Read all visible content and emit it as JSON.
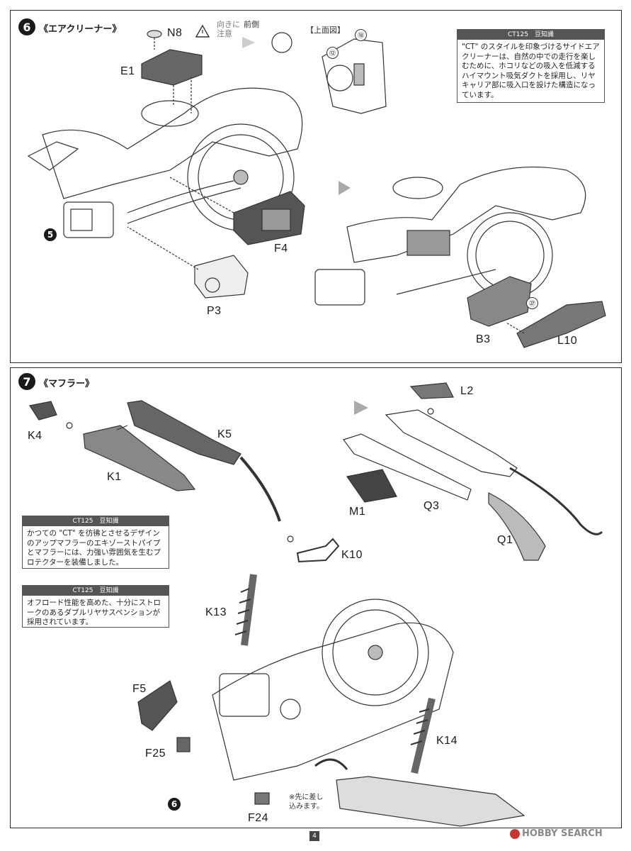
{
  "step6": {
    "number": "6",
    "title": "《エアクリーナー》",
    "parts": [
      "N8",
      "E1",
      "F4",
      "P3",
      "B3",
      "L10"
    ],
    "prior_step": "5",
    "note_label": "向きに\n注意",
    "front_label": "前側",
    "top_view_label": "【上面図】",
    "top_view_nums": [
      "⑫",
      "⑱"
    ],
    "callout_num": "㉗",
    "trivia": {
      "title": "CT125　豆知識",
      "text": "\"CT\" のスタイルを印象づけるサイドエアクリーナーは、自然の中での走行を楽しむために、ホコリなどの吸入を低減するハイマウント吸気ダクトを採用し、リヤキャリア部に吸入口を設けた構造になっています。"
    }
  },
  "step7": {
    "number": "7",
    "title": "《マフラー》",
    "parts": [
      "K4",
      "K5",
      "K1",
      "K10",
      "L2",
      "M1",
      "Q3",
      "Q1",
      "K13",
      "F5",
      "F25",
      "F24",
      "K14"
    ],
    "prior_step": "6",
    "trivia1": {
      "title": "CT125　豆知識",
      "text": "かつての \"CT\" を彷彿とさせるデザインのアップマフラーのエキゾーストパイプとマフラーには、力強い雰囲気を生むプロテクターを装備しました。"
    },
    "trivia2": {
      "title": "CT125　豆知識",
      "text": "オフロード性能を高めた、十分にストロークのあるダブルリヤサスペンションが採用されています。"
    },
    "insert_note": "※先に差し\n込みます。"
  },
  "footer": {
    "page": "4",
    "watermark": "HOBBY SEARCH"
  }
}
